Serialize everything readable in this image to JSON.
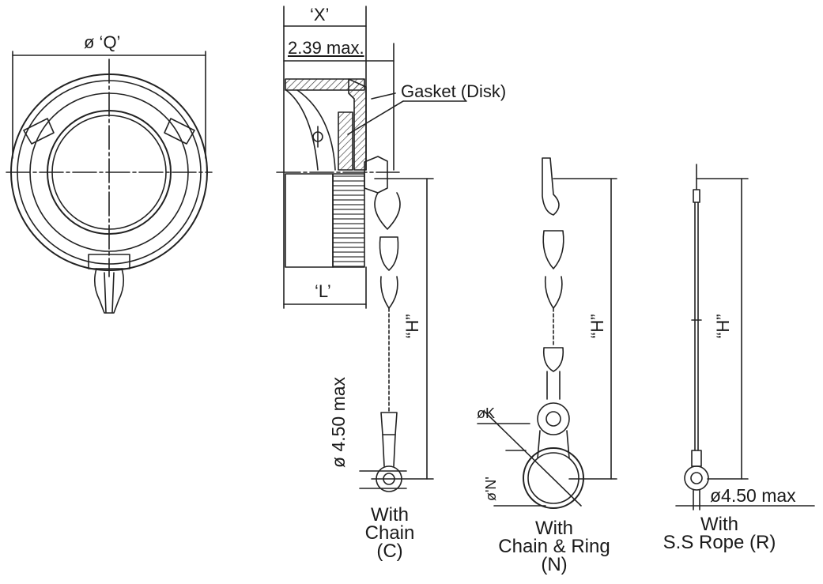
{
  "labels": {
    "dia_q": "ø ‘Q’",
    "dim_x": "‘X’",
    "dim_239": "2.39 max.",
    "gasket": "Gasket (Disk)",
    "dim_l": "‘L’",
    "dim_h_1": "“H”",
    "dim_h_2": "“H”",
    "dim_h_3": "“H”",
    "dia_450_vertical": "ø 4.50 max",
    "dia_k": "øK",
    "dia_n": "ø'N'",
    "dia_450_rope": "ø4.50 max"
  },
  "captions": {
    "chain": {
      "line1": "With",
      "line2": "Chain",
      "line3": "(C)"
    },
    "ring": {
      "line1": "With",
      "line2": "Chain & Ring",
      "line3": "(N)"
    },
    "rope": {
      "line1": "With",
      "line2": "S.S Rope (R)"
    }
  }
}
